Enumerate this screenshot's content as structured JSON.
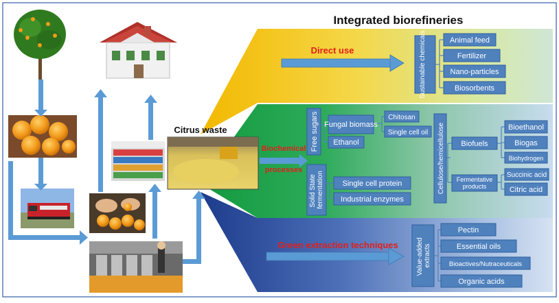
{
  "title": "Integrated biorefineries",
  "citrus_waste_label": "Citrus waste",
  "direct_use": {
    "label": "Direct use",
    "group_label": "Sustainable chemicals",
    "items": [
      "Animal feed",
      "Fertilizer",
      "Nano-particles",
      "Biosorbents"
    ]
  },
  "biochemical": {
    "label_line1": "Biochemical",
    "label_line2": "processes",
    "free_sugars_label": "Free sugars",
    "fungal_biomass": "Fungal biomass",
    "chitosan": "Chitosan",
    "single_cell_oil": "Single cell oil",
    "ethanol": "Ethanol",
    "ssf_label_line1": "Solid State",
    "ssf_label_line2": "fermentation",
    "single_cell_protein": "Single cell protein",
    "industrial_enzymes": "Industrial enzymes",
    "cellulose_label": "Cellulose/hemicellulose",
    "biofuels": "Biofuels",
    "fermentative_line1": "Fermentative",
    "fermentative_line2": "products",
    "bioethanol": "Bioethanol",
    "biogas": "Biogas",
    "biohydrogen": "Biohydrogen",
    "succinic_acid": "Succinic acid",
    "citric_acid": "Citric acid"
  },
  "green_extraction": {
    "label": "Green extraction techniques",
    "group_line1": "Value-added",
    "group_line2": "extracts",
    "items": [
      "Pectin",
      "Essential oils",
      "Bioactives/Nutraceuticals",
      "Organic acids"
    ]
  },
  "colors": {
    "box_blue": "#4f81bd",
    "arrow_blue": "#5b9bd5",
    "red_label": "#e0201b",
    "yellow_band": "#f5c400",
    "green_band": "#1fa34a",
    "navy_band": "#1f3f8f"
  }
}
